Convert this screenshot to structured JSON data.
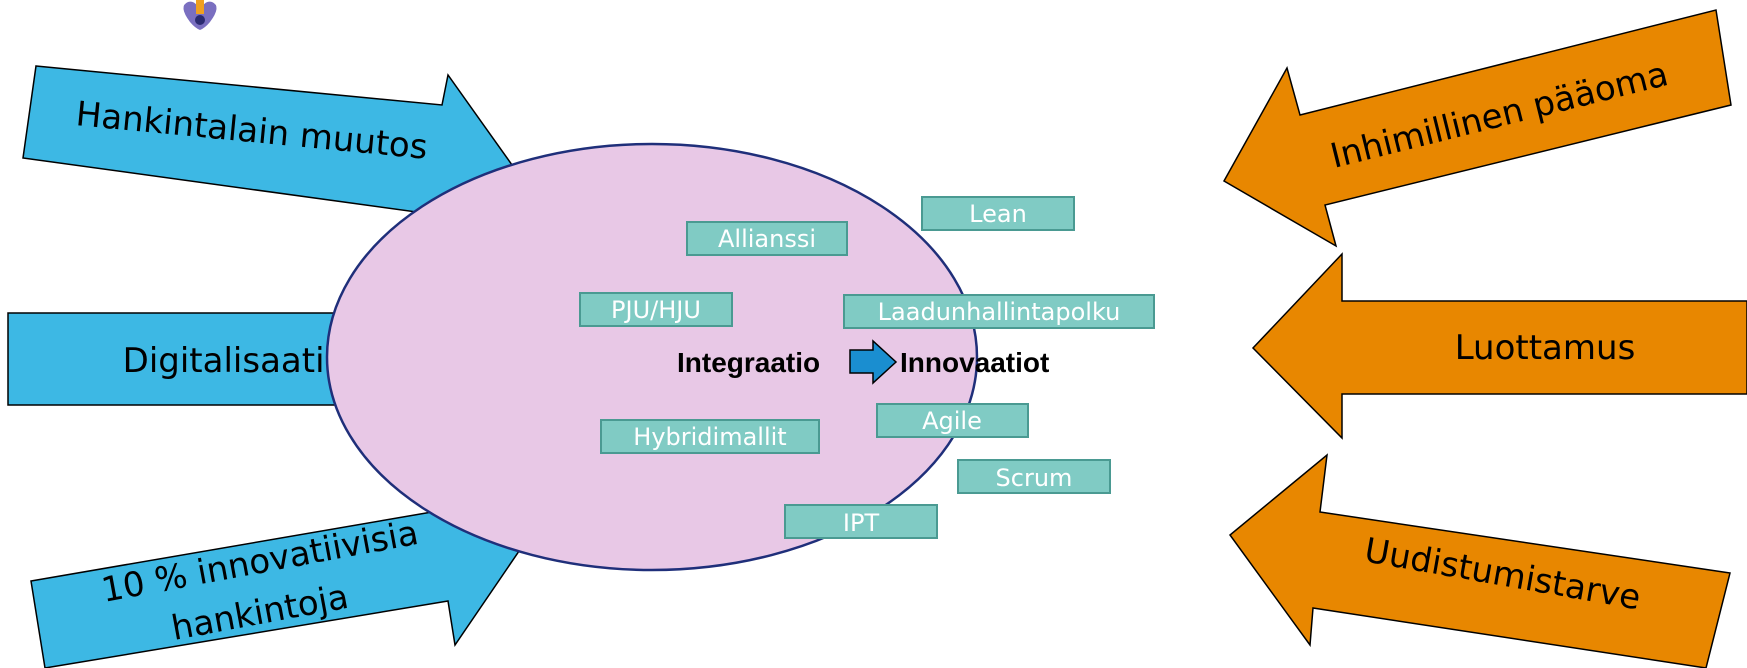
{
  "colors": {
    "left_arrow_fill": "#3db8e4",
    "right_arrow_fill": "#e88700",
    "ellipse_fill": "#e8c8e6",
    "ellipse_stroke": "#1f2f7a",
    "tag_fill": "#80cbc4",
    "tag_stroke": "#4a9a92",
    "mini_arrow_fill": "#1a8ed0",
    "logo_purple": "#7a6fc0",
    "logo_orange": "#f0a020",
    "logo_navy": "#2b2b70"
  },
  "left_drivers": [
    {
      "label": "Hankintalain muutos"
    },
    {
      "label": "Digitalisaatio"
    },
    {
      "label_line1": "10 % innovatiivisia",
      "label_line2": "hankintoja"
    }
  ],
  "right_drivers": [
    {
      "label": "Inhimillinen pääoma"
    },
    {
      "label": "Luottamus"
    },
    {
      "label": "Uudistumistarve"
    }
  ],
  "core": {
    "from": "Integraatio",
    "to": "Innovaatiot"
  },
  "methods": [
    "Allianssi",
    "Lean",
    "PJU/HJU",
    "Laadunhallintapolku",
    "Hybridimallit",
    "Agile",
    "Scrum",
    "IPT"
  ]
}
